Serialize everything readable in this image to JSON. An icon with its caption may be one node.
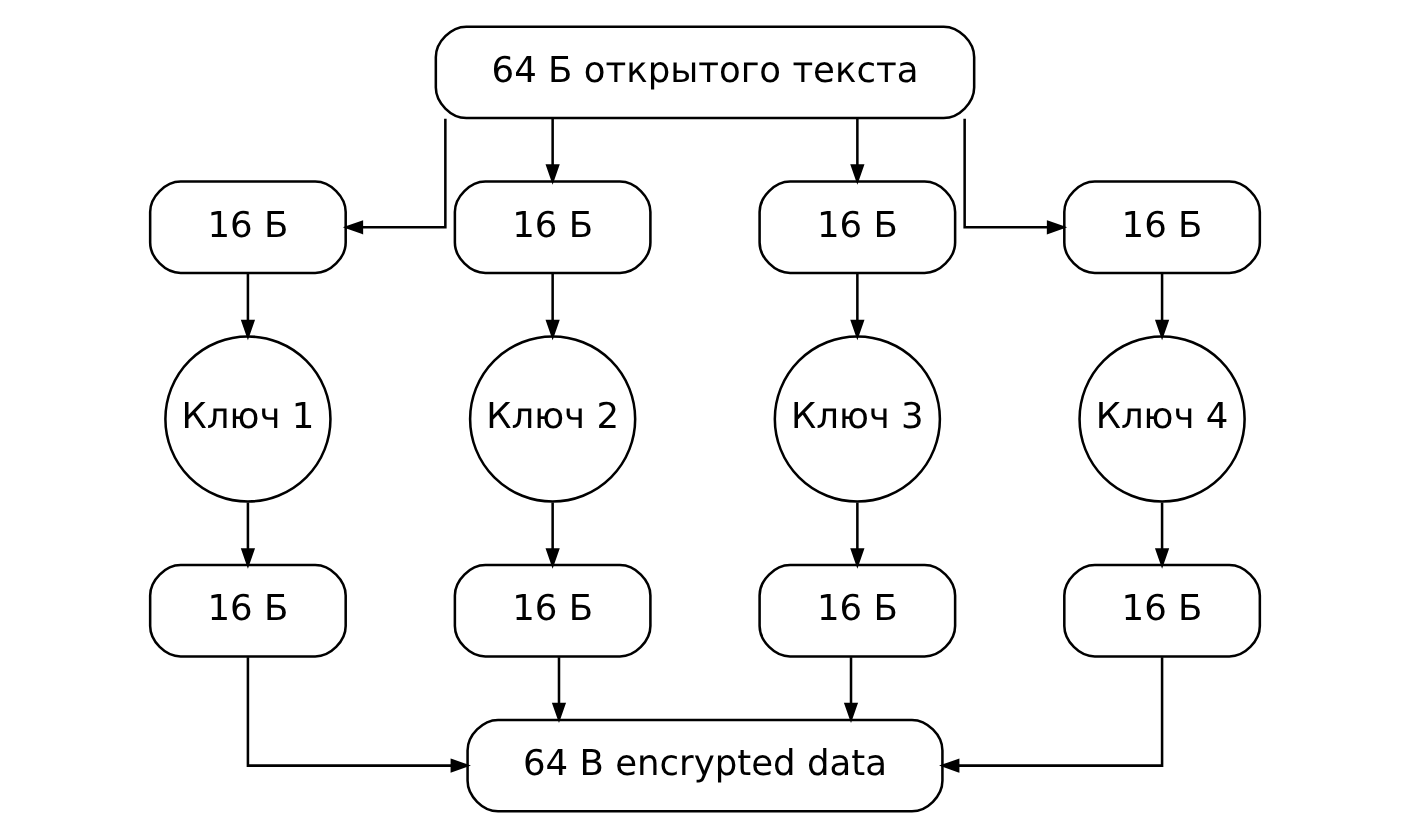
{
  "diagram": {
    "nodes": [
      {
        "text": [
          "64 Б открытого текста"
        ]
      },
      {
        "text": [
          "16 Б"
        ]
      },
      {
        "text": [
          "16 Б"
        ]
      },
      {
        "text": [
          "16 Б"
        ]
      },
      {
        "text": [
          "16 Б"
        ]
      },
      {
        "text": [
          "Ключ 1"
        ]
      },
      {
        "text": [
          "Ключ 2"
        ]
      },
      {
        "text": [
          "Ключ 3"
        ]
      },
      {
        "text": [
          "Ключ 4"
        ]
      },
      {
        "text": [
          "16 Б"
        ]
      },
      {
        "text": [
          "16 Б"
        ]
      },
      {
        "text": [
          "16 Б"
        ]
      },
      {
        "text": [
          "16 Б"
        ]
      },
      {
        "text": [
          "64 B encrypted data"
        ]
      }
    ],
    "edges": [
      {
        "from": 0,
        "to": 1,
        "arrow": "to"
      },
      {
        "from": 0,
        "to": 2,
        "arrow": "to"
      },
      {
        "from": 0,
        "to": 3,
        "arrow": "to"
      },
      {
        "from": 0,
        "to": 4,
        "arrow": "to"
      },
      {
        "from": 1,
        "to": 5,
        "arrow": "to"
      },
      {
        "from": 2,
        "to": 6,
        "arrow": "to"
      },
      {
        "from": 3,
        "to": 7,
        "arrow": "to"
      },
      {
        "from": 4,
        "to": 8,
        "arrow": "to"
      },
      {
        "from": 5,
        "to": 9,
        "arrow": "to"
      },
      {
        "from": 6,
        "to": 10,
        "arrow": "to"
      },
      {
        "from": 7,
        "to": 11,
        "arrow": "to"
      },
      {
        "from": 8,
        "to": 12,
        "arrow": "to"
      },
      {
        "from": 9,
        "to": 13,
        "arrow": "to"
      },
      {
        "from": 10,
        "to": 13,
        "arrow": "to"
      },
      {
        "from": 11,
        "to": 13,
        "arrow": "to"
      },
      {
        "from": 12,
        "to": 13,
        "arrow": "to"
      }
    ]
  }
}
